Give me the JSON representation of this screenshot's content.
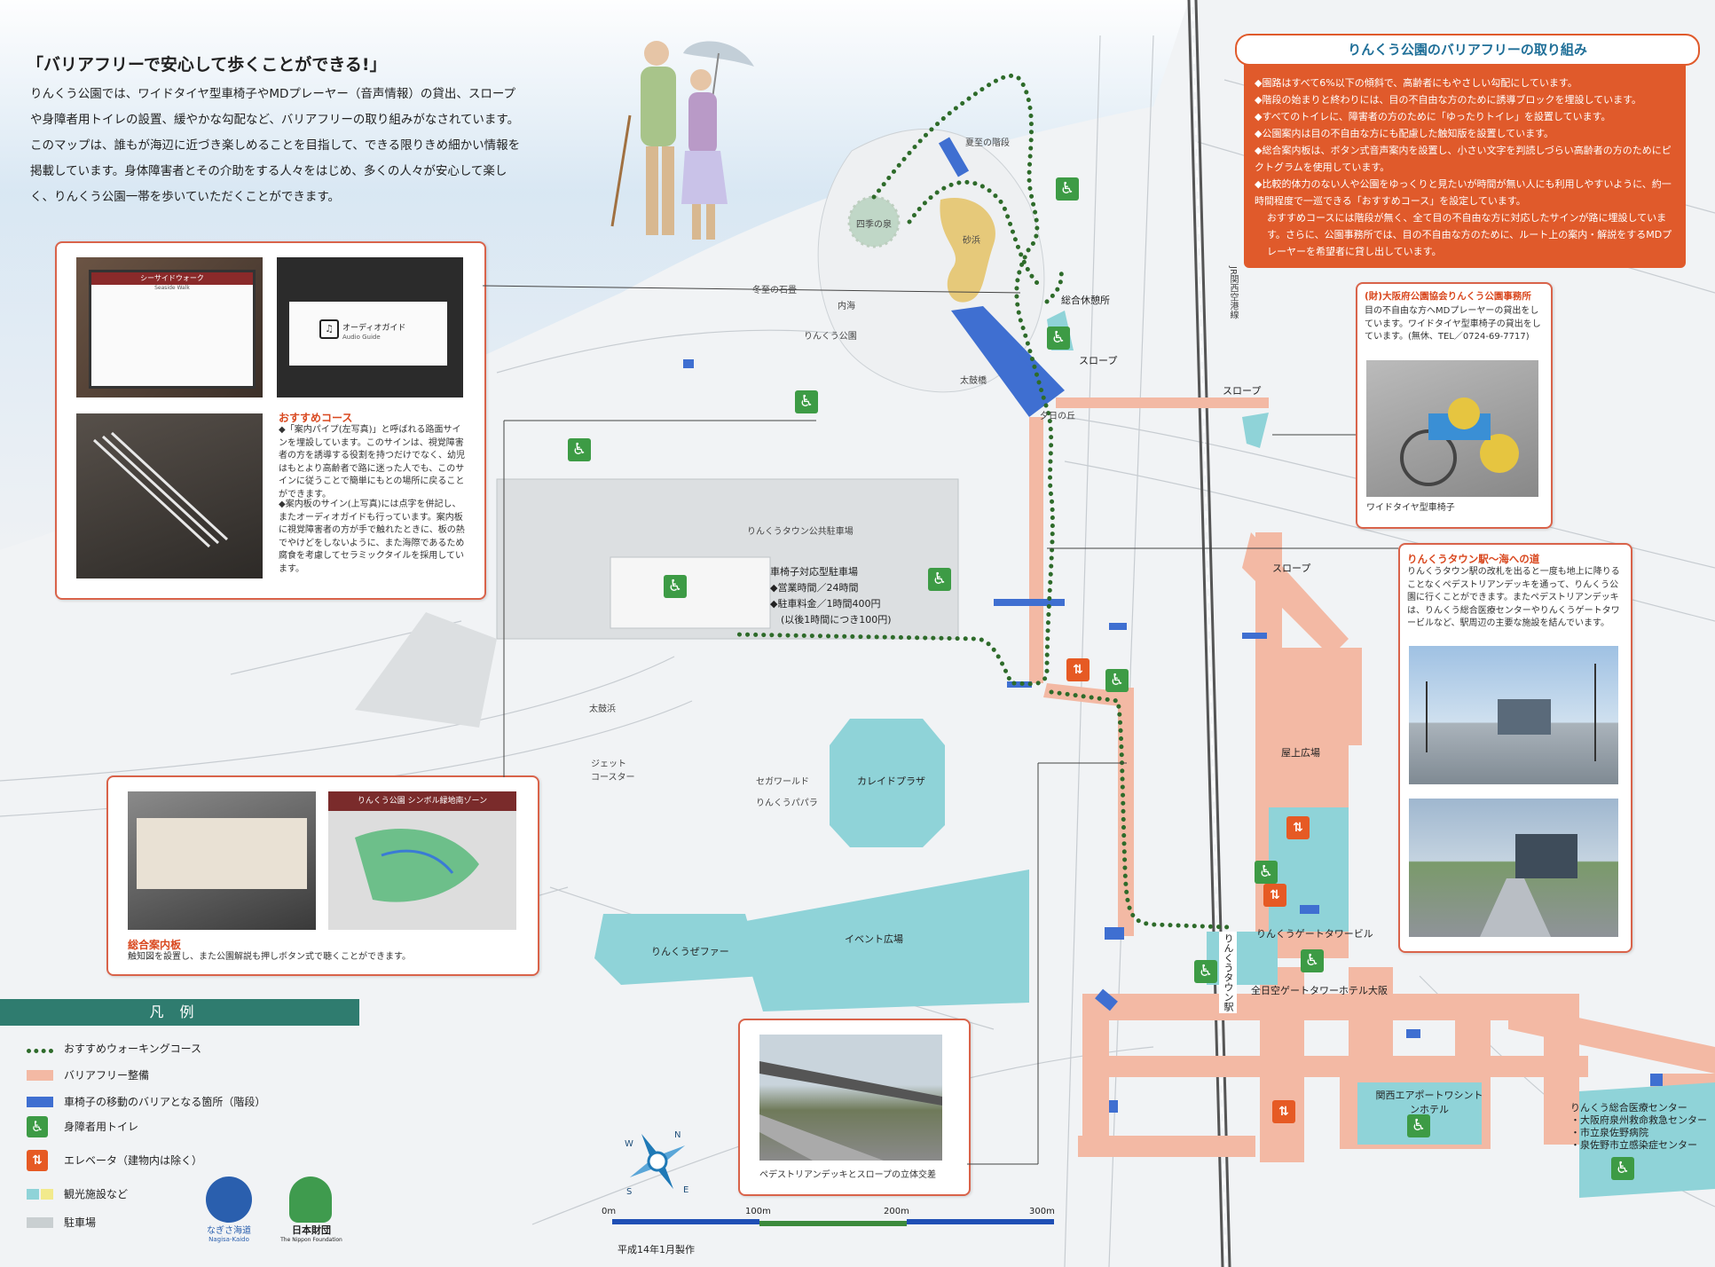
{
  "intro": {
    "title": "「バリアフリーで安心して歩くことができる!」",
    "body": "りんくう公園では、ワイドタイヤ型車椅子やMDプレーヤー（音声情報）の貸出、スロープや身障者用トイレの設置、緩やかな勾配など、バリアフリーの取り組みがなされています。このマップは、誰もが海辺に近づき楽しめることを目指して、できる限りきめ細かい情報を掲載しています。身体障害者とその介助をする人々をはじめ、多くの人々が安心して楽しく、りんくう公園一帯を歩いていただくことができます。"
  },
  "barrier_free_box": {
    "title": "りんくう公園のバリアフリーの取り組み",
    "items": [
      "◆園路はすべて6%以下の傾斜で、高齢者にもやさしい勾配にしています。",
      "◆階段の始まりと終わりには、目の不自由な方のために誘導ブロックを埋設しています。",
      "◆すべてのトイレに、障害者の方のために「ゆったりトイレ」を設置しています。",
      "◆公園案内は目の不自由な方にも配慮した触知版を設置しています。",
      "◆総合案内板は、ボタン式音声案内を設置し、小さい文字を判読しづらい高齢者の方のためにピクトグラムを使用しています。",
      "◆比較的体力のない人や公園をゆっくりと見たいが時間が無い人にも利用しやすいように、約一時間程度で一巡できる「おすすめコース」を設定しています。",
      "おすすめコースには階段が無く、全て目の不自由な方に対応したサインが路に埋設しています。さらに、公園事務所では、目の不自由な方のために、ルート上の案内・解説をするMDプレーヤーを希望者に貸し出しています。"
    ]
  },
  "photo_card_1": {
    "sign_title": "シーサイドウォーク",
    "sign_sub": "Seaside Walk",
    "sign_audio": "オーディオガイド",
    "sign_audio_sub": "Audio Guide",
    "caption_title": "おすすめコース",
    "caption_body_1": "◆「案内パイプ(左写真)」と呼ばれる路面サインを埋設しています。このサインは、視覚障害者の方を誘導する役割を持つだけでなく、幼児はもとより高齢者で路に迷った人でも、このサインに従うことで簡単にもとの場所に戻ることができます。",
    "caption_body_2": "◆案内板のサイン(上写真)には点字を併記し、またオーディオガイドも行っています。案内板に視覚障害者の方が手で触れたときに、板の熱でやけどをしないように、また海際であるため腐食を考慮してセラミックタイルを採用しています。"
  },
  "photo_card_2": {
    "sign_text": "りんくう公園 シンボル緑地南ゾーン",
    "caption_title": "総合案内板",
    "caption_body": "触知図を設置し、また公園解説も押しボタン式で聴くことができます。"
  },
  "photo_card_3": {
    "caption": "ペデストリアンデッキとスロープの立体交差"
  },
  "office_card": {
    "title": "(財)大阪府公園協会りんくう公園事務所",
    "body": "目の不自由な方へMDプレーヤーの貸出をしています。ワイドタイヤ型車椅子の貸出をしています。(無休、TEL／0724-69-7717)",
    "photo_caption": "ワイドタイヤ型車椅子"
  },
  "station_card": {
    "title": "りんくうタウン駅〜海への道",
    "body": "りんくうタウン駅の改札を出ると一度も地上に降りることなくペデストリアンデッキを通って、りんくう公園に行くことができます。またペデストリアンデッキは、りんくう総合医療センターやりんくうゲートタワービルなど、駅周辺の主要な施設を結んでいます。"
  },
  "parking": {
    "title": "車椅子対応型駐車場",
    "line1": "◆営業時間／24時間",
    "line2": "◆駐車料金／1時間400円",
    "line3": "(以後1時間につき100円)"
  },
  "map_labels": {
    "shiki_no_izumi": "四季の泉",
    "sunahama": "砂浜",
    "geshi_no_kaidan": "夏至の階段",
    "sougou_kyukeisho": "総合休憩所",
    "slope": "スロープ",
    "taikobashi": "太鼓橋",
    "yuuhi_no_oka": "夕日の丘",
    "rinku_koen": "りんくう公園",
    "uchiumi": "内海",
    "touji_no_kaidan": "冬至の石畳",
    "parking_lot": "りんくうタウン公共駐車場",
    "taikohashi2": "太鼓浜",
    "jet_coaster": "ジェット\nコースター",
    "sega_world": "セガワールド",
    "rinku_pleasure": "りんくうパパラ",
    "kaleido_plaza": "カレイドプラザ",
    "event_hiroba": "イベント広場",
    "rinku_pleasure2": "りんくうぜファー",
    "okujou_hiroba": "屋上広場",
    "gate_tower": "りんくうゲートタワービル",
    "ana_hotel": "全日空ゲートタワーホテル大阪",
    "station": "りんくうタウン駅",
    "airport_hotel": "関西エアポートワシントンホテル",
    "medical": "りんくう総合医療センター",
    "medical_1": "・大阪府泉州救命救急センター",
    "medical_2": "・市立泉佐野病院",
    "medical_3": "・泉佐野市立感染症センター",
    "jr_line": "JR関西空港線",
    "production": "平成14年1月製作"
  },
  "legend": {
    "title": "凡例",
    "items": [
      "おすすめウォーキングコース",
      "バリアフリー整備",
      "車椅子の移動のバリアとなる箇所（階段）",
      "身障者用トイレ",
      "エレベータ（建物内は除く）",
      "観光施設など",
      "駐車場"
    ]
  },
  "logos": {
    "nagisa": "なぎさ海道",
    "nagisa_sub": "Nagisa-Kaido",
    "nippon": "日本財団",
    "nippon_sub": "The Nippon Foundation"
  },
  "scale": {
    "labels": [
      "0m",
      "100m",
      "200m",
      "300m"
    ]
  },
  "compass": {
    "n": "N",
    "e": "E",
    "s": "S",
    "w": "W"
  },
  "colors": {
    "walking_course": "#2e6b2a",
    "barrier_free": "#f3b9a4",
    "stairs": "#3f6fd1",
    "toilet": "#3d9b45",
    "elevator": "#e65a24",
    "facility": "#8fd3d8",
    "parking": "#c9cfd1",
    "accent": "#e05a2b"
  }
}
